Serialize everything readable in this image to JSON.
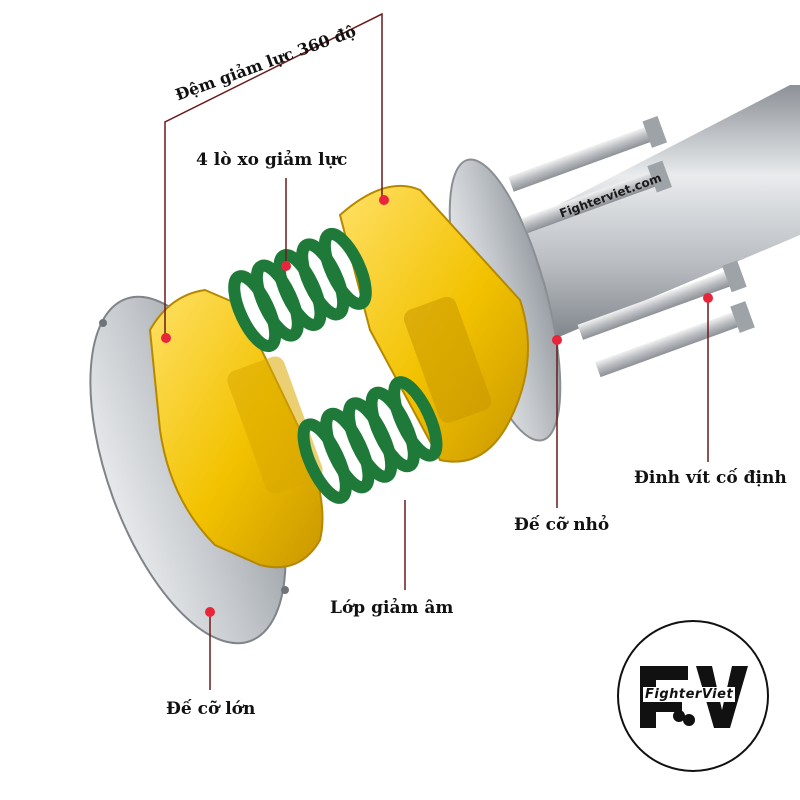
{
  "labels": {
    "cushion_360": "Đệm giảm lực 360 độ",
    "springs": "4 lò xo giảm lực",
    "fixing_screws": "Đinh vít cố định",
    "small_base": "Đế cỡ nhỏ",
    "damping_layer": "Lớp giảm âm",
    "large_base": "Đế cỡ lớn"
  },
  "watermark": "Fighterviet.com",
  "logo": {
    "text": "FighterViet",
    "letters": "FV"
  },
  "colors": {
    "spring": "#1f7a3a",
    "cushion": "#f2c200",
    "metal": "#c9cdd2",
    "marker": "#e8253a",
    "leader_line": "#6b1a1a"
  },
  "icons": [
    "boxing-gloves-icon"
  ]
}
